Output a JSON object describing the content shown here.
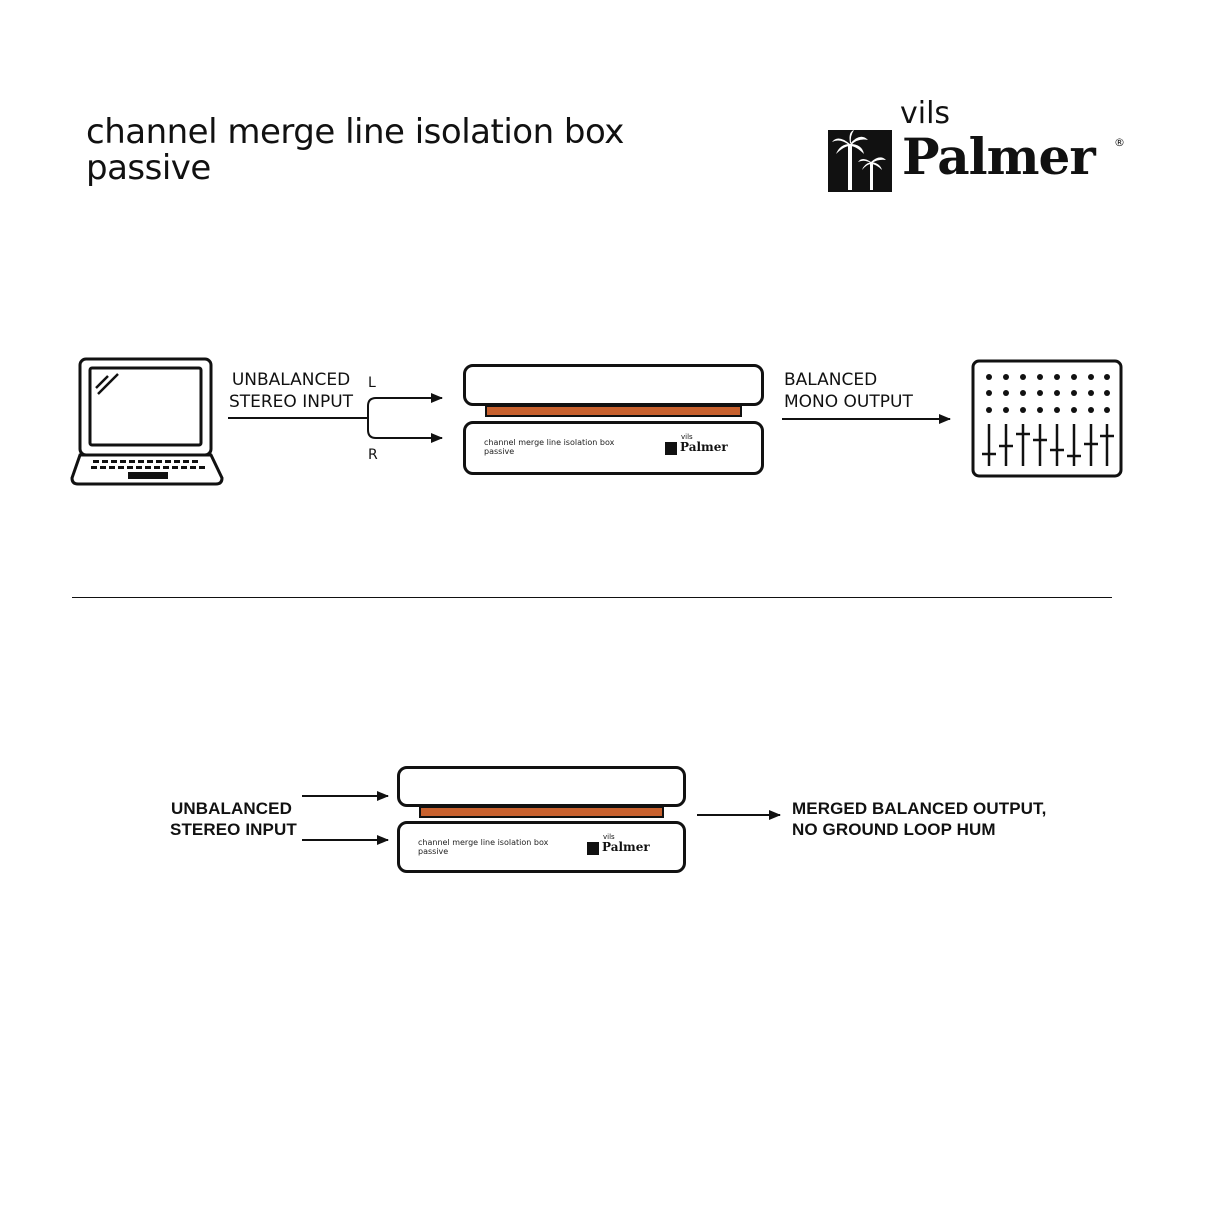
{
  "header": {
    "title_line1": "channel merge line isolation box",
    "title_line2": "passive"
  },
  "brand": {
    "sub": "vils",
    "name": "Palmer",
    "reg": "®"
  },
  "top_diagram": {
    "input_label_line1": "UNBALANCED",
    "input_label_line2": "STEREO INPUT",
    "left_channel": "L",
    "right_channel": "R",
    "output_label_line1": "BALANCED",
    "output_label_line2": "MONO OUTPUT",
    "device_text_line1": "channel merge line isolation box",
    "device_text_line2": "passive",
    "device_brand_sub": "vils",
    "device_brand_name": "Palmer"
  },
  "bottom_diagram": {
    "input_label_line1": "UNBALANCED",
    "input_label_line2": "STEREO INPUT",
    "output_label_line1": "MERGED BALANCED OUTPUT,",
    "output_label_line2": "NO GROUND LOOP HUM",
    "device_text_line1": "channel merge line isolation box",
    "device_text_line2": "passive",
    "device_brand_sub": "vils",
    "device_brand_name": "Palmer"
  },
  "colors": {
    "accent_strip": "#c8612e",
    "ink": "#111111"
  },
  "icons": {
    "source": "laptop-icon",
    "destination": "mixer-icon",
    "brand": "palm-tree-icon"
  }
}
